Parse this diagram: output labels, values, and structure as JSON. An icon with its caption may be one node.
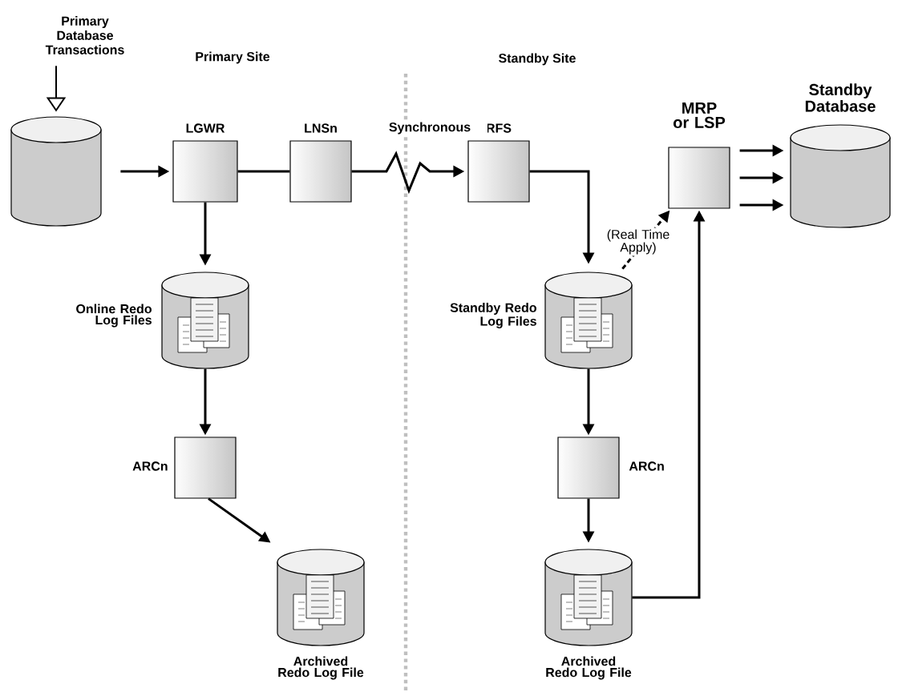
{
  "diagram": {
    "nodes": [
      {
        "text": [
          "Primary Database Transactions"
        ]
      },
      {
        "text": [],
        "shape": "cylinder"
      },
      {
        "text": [
          "LGWR"
        ]
      },
      {
        "text": [
          "LNSn"
        ]
      },
      {
        "text": [
          "Online Redo Log Files"
        ]
      },
      {
        "text": [
          "ARCn"
        ]
      },
      {
        "text": [
          "Archived Redo Log File"
        ]
      },
      {
        "text": [
          "RFS"
        ]
      },
      {
        "text": [
          "Standby Redo Log Files"
        ]
      },
      {
        "text": [
          "ARCn"
        ]
      },
      {
        "text": [
          "Archived Redo Log File"
        ]
      },
      {
        "text": [
          "MRP or LSP"
        ]
      },
      {
        "text": [
          "Standby Database"
        ]
      }
    ],
    "edges": [
      {
        "from": 0,
        "to": 1,
        "arrow": "to"
      },
      {
        "from": 1,
        "to": 2,
        "arrow": "to"
      },
      {
        "from": 2,
        "to": 3,
        "arrow": "none"
      },
      {
        "from": 3,
        "to": 7,
        "arrow": "to",
        "label": "Synchronous"
      },
      {
        "from": 2,
        "to": 4,
        "arrow": "to"
      },
      {
        "from": 4,
        "to": 5,
        "arrow": "to"
      },
      {
        "from": 5,
        "to": 6,
        "arrow": "to"
      },
      {
        "from": 7,
        "to": 8,
        "arrow": "to"
      },
      {
        "from": 8,
        "to": 11,
        "arrow": "to",
        "label": "(Real Time Apply)",
        "style": "dashed"
      },
      {
        "from": 8,
        "to": 9,
        "arrow": "to"
      },
      {
        "from": 9,
        "to": 10,
        "arrow": "to"
      },
      {
        "from": 10,
        "to": 11,
        "arrow": "to"
      },
      {
        "from": 11,
        "to": 12,
        "arrow": "to"
      },
      {
        "from": 11,
        "to": 12,
        "arrow": "to"
      },
      {
        "from": 11,
        "to": 12,
        "arrow": "to"
      }
    ],
    "labels": [
      "Primary Site",
      "Standby Site"
    ]
  }
}
